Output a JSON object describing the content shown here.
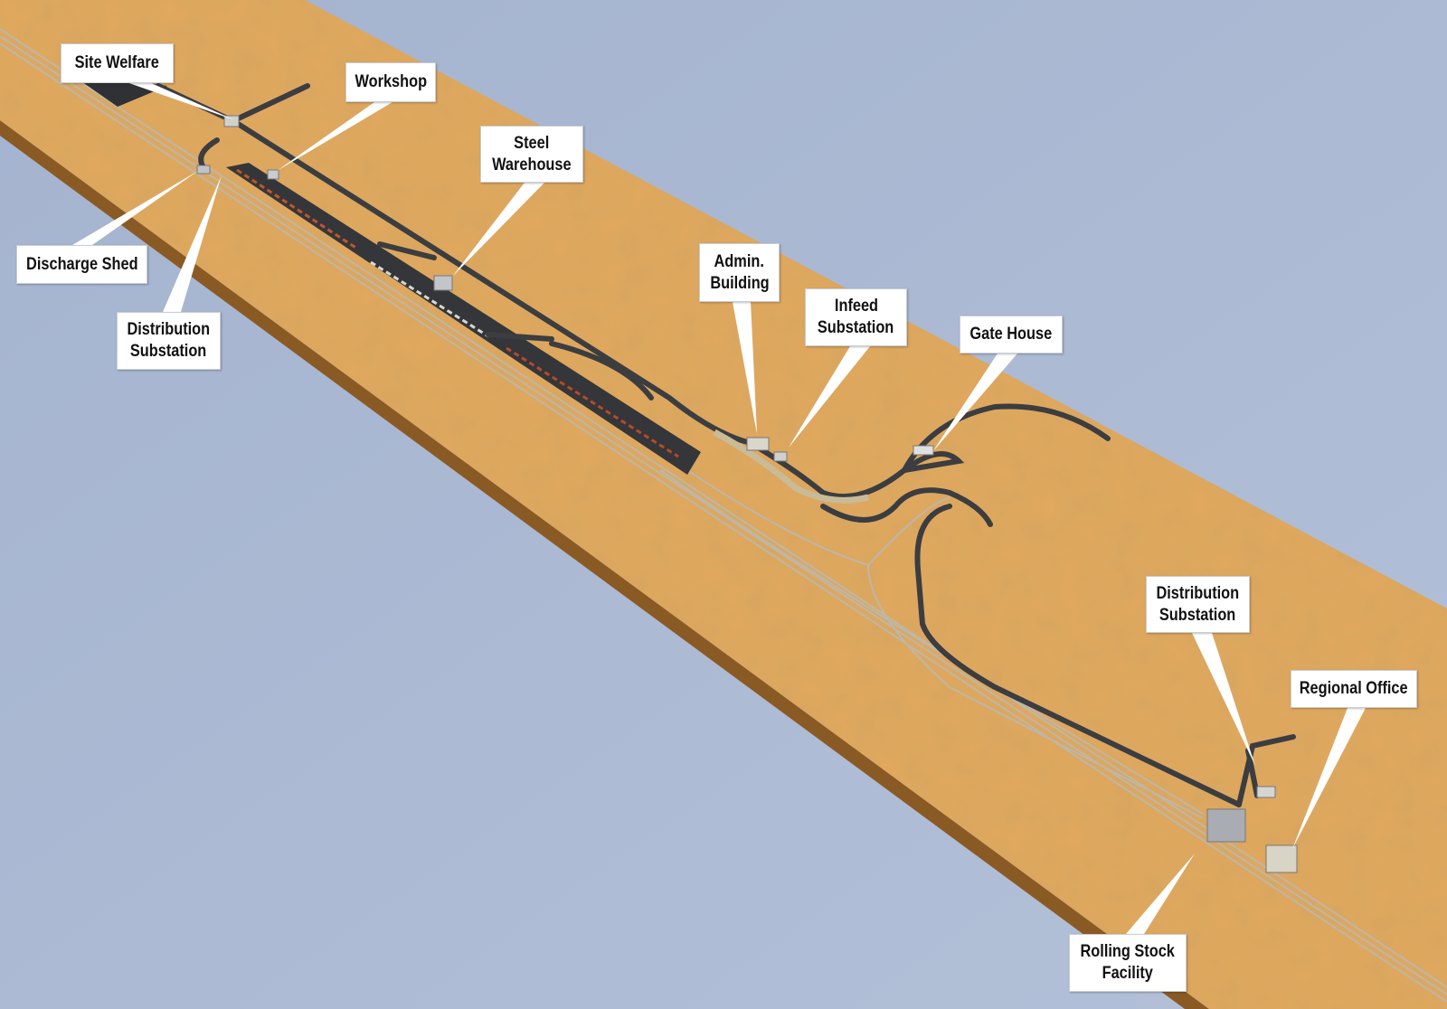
{
  "colors": {
    "sky": "#a9b8d2",
    "sand": "#e2a85e",
    "sand_edge": "#8a5a24",
    "road": "#3b3d40",
    "rail": "#b9b4aa",
    "label_bg": "#ffffff"
  },
  "labels": [
    {
      "id": "site-welfare",
      "lines": [
        "Site Welfare"
      ]
    },
    {
      "id": "workshop",
      "lines": [
        "Workshop"
      ]
    },
    {
      "id": "steel-warehouse",
      "lines": [
        "Steel",
        "Warehouse"
      ]
    },
    {
      "id": "discharge-shed",
      "lines": [
        "Discharge Shed"
      ]
    },
    {
      "id": "distribution-substation-west",
      "lines": [
        "Distribution",
        "Substation"
      ]
    },
    {
      "id": "admin-building",
      "lines": [
        "Admin.",
        "Building"
      ]
    },
    {
      "id": "infeed-substation",
      "lines": [
        "Infeed",
        "Substation"
      ]
    },
    {
      "id": "gate-house",
      "lines": [
        "Gate House"
      ]
    },
    {
      "id": "distribution-substation-east",
      "lines": [
        "Distribution",
        "Substation"
      ]
    },
    {
      "id": "regional-office",
      "lines": [
        "Regional Office"
      ]
    },
    {
      "id": "rolling-stock-facility",
      "lines": [
        "Rolling Stock",
        "Facility"
      ]
    }
  ]
}
